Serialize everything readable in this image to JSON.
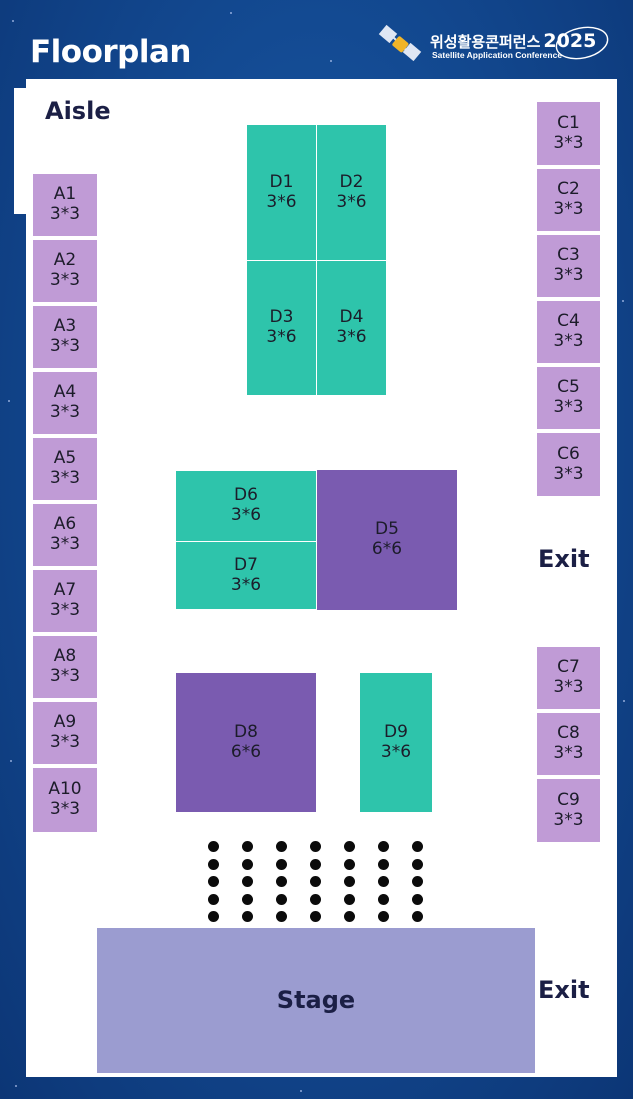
{
  "header": {
    "title": "Floorplan",
    "logo_korean": "위성활용콘퍼런스",
    "logo_year": "2025",
    "logo_subtitle": "Satellite Application Conference"
  },
  "labels": {
    "aisle": "Aisle",
    "exit_upper": "Exit",
    "exit_lower": "Exit",
    "stage": "Stage"
  },
  "booths_a": [
    {
      "id": "A1",
      "size": "3*3"
    },
    {
      "id": "A2",
      "size": "3*3"
    },
    {
      "id": "A3",
      "size": "3*3"
    },
    {
      "id": "A4",
      "size": "3*3"
    },
    {
      "id": "A5",
      "size": "3*3"
    },
    {
      "id": "A6",
      "size": "3*3"
    },
    {
      "id": "A7",
      "size": "3*3"
    },
    {
      "id": "A8",
      "size": "3*3"
    },
    {
      "id": "A9",
      "size": "3*3"
    },
    {
      "id": "A10",
      "size": "3*3"
    }
  ],
  "booths_c": [
    {
      "id": "C1",
      "size": "3*3"
    },
    {
      "id": "C2",
      "size": "3*3"
    },
    {
      "id": "C3",
      "size": "3*3"
    },
    {
      "id": "C4",
      "size": "3*3"
    },
    {
      "id": "C5",
      "size": "3*3"
    },
    {
      "id": "C6",
      "size": "3*3"
    },
    {
      "id": "C7",
      "size": "3*3"
    },
    {
      "id": "C8",
      "size": "3*3"
    },
    {
      "id": "C9",
      "size": "3*3"
    }
  ],
  "booths_d": {
    "D1": {
      "id": "D1",
      "size": "3*6"
    },
    "D2": {
      "id": "D2",
      "size": "3*6"
    },
    "D3": {
      "id": "D3",
      "size": "3*6"
    },
    "D4": {
      "id": "D4",
      "size": "3*6"
    },
    "D5": {
      "id": "D5",
      "size": "6*6"
    },
    "D6": {
      "id": "D6",
      "size": "3*6"
    },
    "D7": {
      "id": "D7",
      "size": "3*6"
    },
    "D8": {
      "id": "D8",
      "size": "6*6"
    },
    "D9": {
      "id": "D9",
      "size": "3*6"
    }
  },
  "colors": {
    "background": "#134a92",
    "a_c_booth": "#c09bd6",
    "d_booth_teal": "#2ec4ab",
    "d_booth_large": "#7a5bb0",
    "stage": "#9b9cd0"
  },
  "seating": {
    "columns": 7,
    "rows": 5
  }
}
